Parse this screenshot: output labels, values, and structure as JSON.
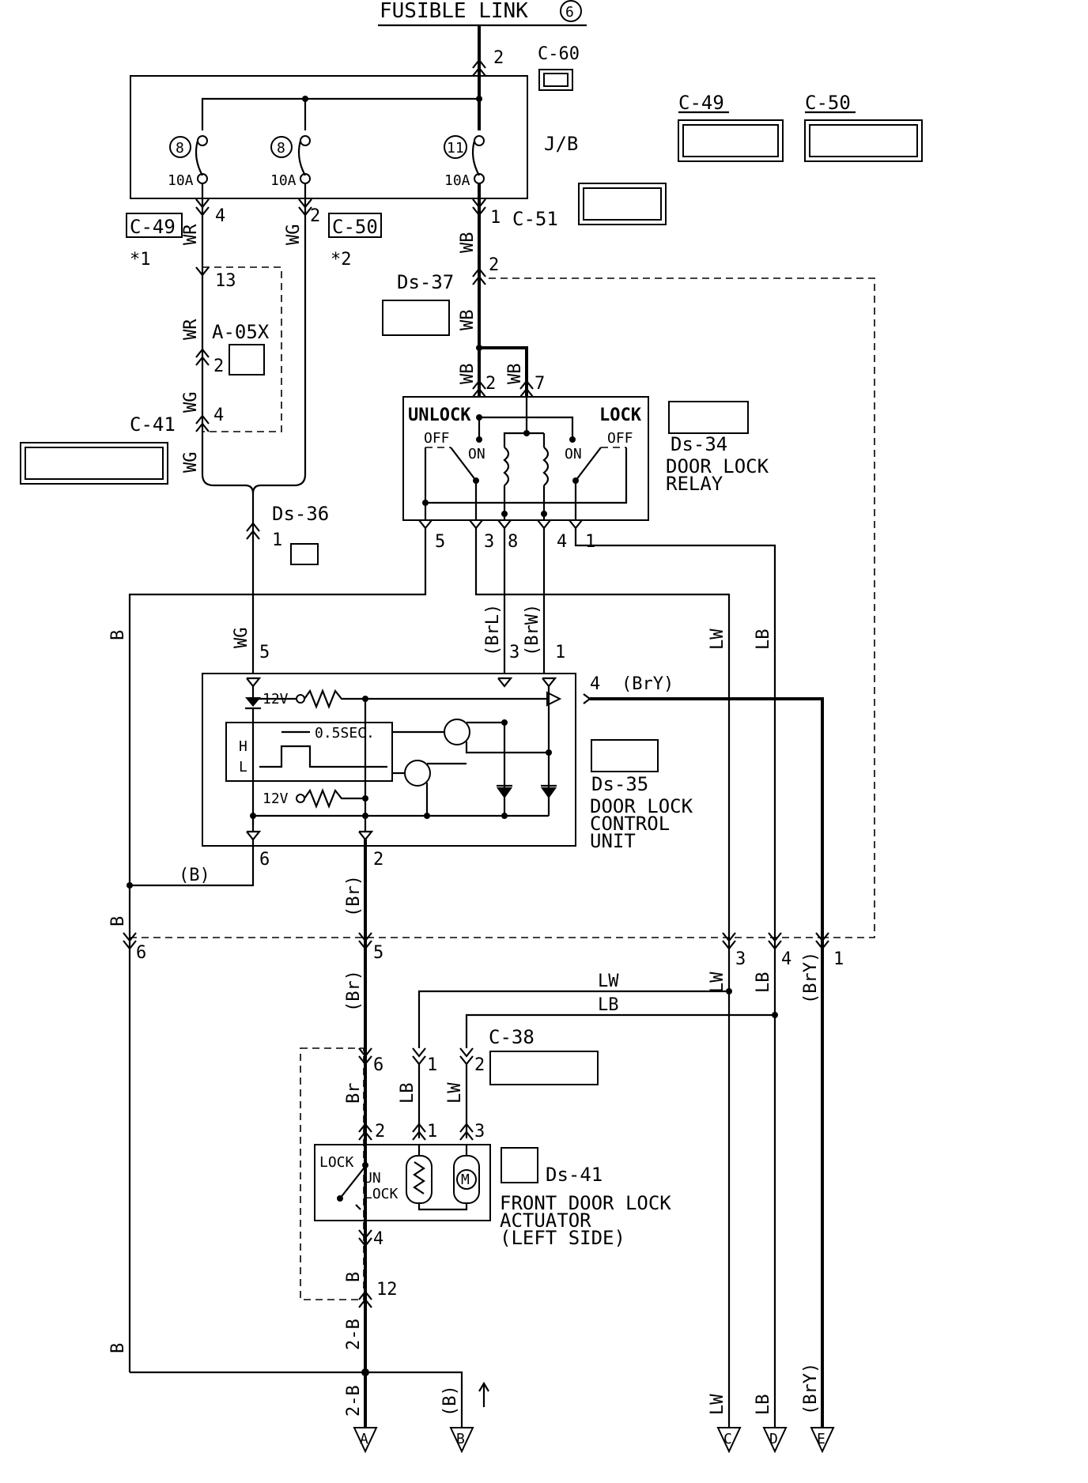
{
  "header": {
    "fusible_link": "FUSIBLE LINK",
    "fusible_link_num": "6"
  },
  "junction_block": {
    "label": "J/B",
    "fuses": [
      {
        "num": "8",
        "rating": "10A"
      },
      {
        "num": "8",
        "rating": "10A"
      },
      {
        "num": "11",
        "rating": "10A"
      }
    ],
    "top_pin": "2"
  },
  "connectors": {
    "c60": "C-60",
    "c49": "C-49",
    "c50": "C-50",
    "c51": "C-51",
    "c41": "C-41",
    "c38": "C-38",
    "ds37": "Ds-37",
    "ds36": "Ds-36",
    "ds34": "Ds-34",
    "ds35": "Ds-35",
    "ds41": "Ds-41",
    "a05x": "A-05X"
  },
  "notes": {
    "n1": "*1",
    "n2": "*2"
  },
  "wires": {
    "WR": "WR",
    "WG": "WG",
    "WB": "WB",
    "B": "B",
    "paren_B": "(B)",
    "paren_Br": "(Br)",
    "Br": "Br",
    "LB": "LB",
    "LW": "LW",
    "BrL": "(BrL)",
    "BrW": "(BrW)",
    "BrY": "(BrY)",
    "twoB": "2-B"
  },
  "pins": {
    "p1": "1",
    "p2": "2",
    "p3": "3",
    "p4": "4",
    "p5": "5",
    "p6": "6",
    "p7": "7",
    "p8": "8",
    "p12": "12",
    "p13": "13"
  },
  "relay": {
    "unlock": "UNLOCK",
    "lock": "LOCK",
    "off": "OFF",
    "on": "ON",
    "title1": "DOOR LOCK",
    "title2": "RELAY"
  },
  "control_unit": {
    "v12": "12V",
    "timing": "0.5SEC.",
    "h": "H",
    "l": "L",
    "title1": "DOOR LOCK",
    "title2": "CONTROL",
    "title3": "UNIT"
  },
  "actuator": {
    "lock": "LOCK",
    "un": "UN",
    "unlock2": "LOCK",
    "motor": "M",
    "title1": "FRONT DOOR LOCK",
    "title2": "ACTUATOR",
    "title3": "(LEFT SIDE)"
  },
  "grounds": [
    "A",
    "B",
    "C",
    "D",
    "E"
  ]
}
